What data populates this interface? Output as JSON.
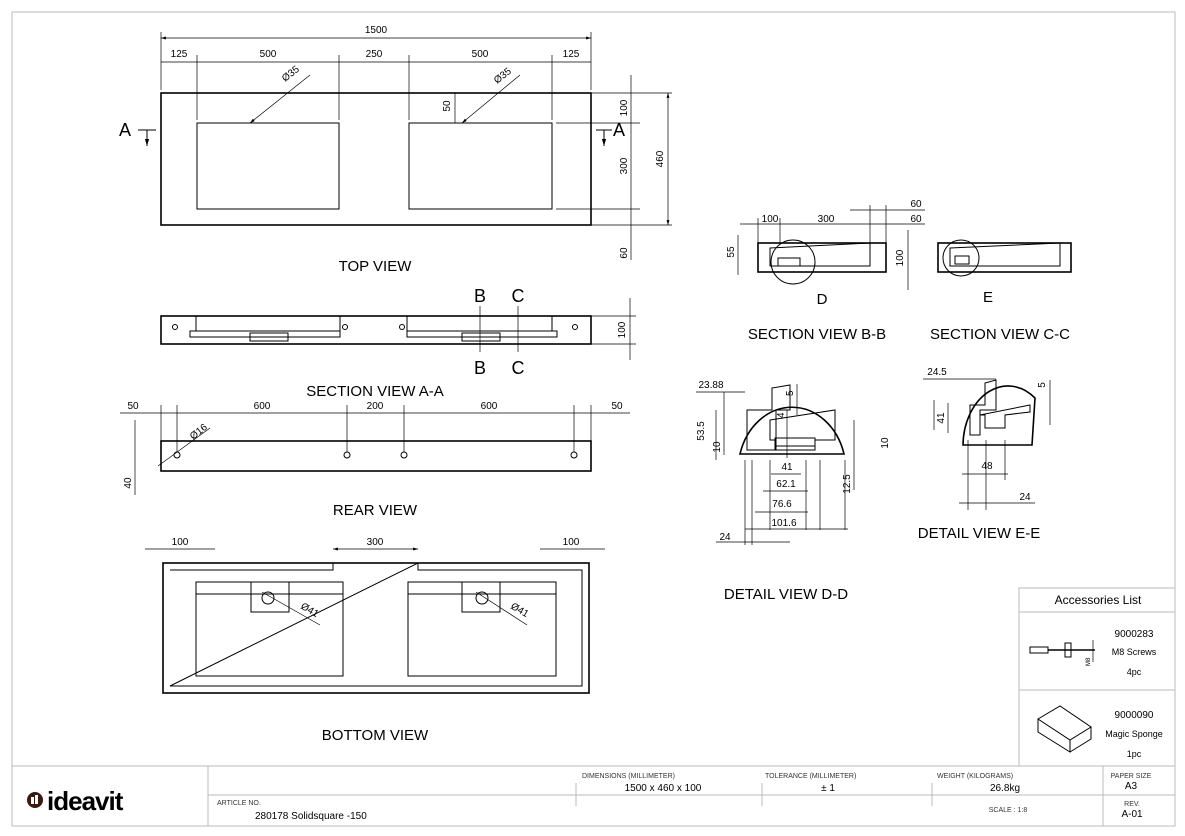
{
  "views": {
    "top": {
      "title": "TOP VIEW",
      "overall": "1500",
      "dims": [
        "125",
        "500",
        "250",
        "500",
        "125"
      ],
      "holes": [
        "Ø35",
        "Ø35"
      ],
      "hole_offset": "50",
      "right": [
        "100",
        "300",
        "60"
      ],
      "depth": "460",
      "section_marker": "A"
    },
    "section_aa": {
      "title": "SECTION VIEW A-A",
      "markers": [
        "B",
        "C"
      ],
      "height": "100"
    },
    "rear": {
      "title": "REAR VIEW",
      "dims": [
        "50",
        "600",
        "200",
        "600",
        "50"
      ],
      "hole": "Ø16",
      "height": "40"
    },
    "bottom": {
      "title": "BOTTOM VIEW",
      "dims": [
        "100",
        "300",
        "100"
      ],
      "holes": [
        "Ø41",
        "Ø41"
      ]
    },
    "section_bb": {
      "title": "SECTION VIEW B-B",
      "dims": [
        "100",
        "300",
        "60",
        "60",
        "55",
        "100"
      ],
      "detail": "D"
    },
    "section_cc": {
      "title": "SECTION VIEW C-C",
      "detail": "E"
    },
    "detail_dd": {
      "title": "DETAIL VIEW D-D",
      "dims": [
        "23.88",
        "5",
        "53.5",
        "10",
        "4",
        "41",
        "62.1",
        "76.6",
        "101.6",
        "24",
        "12.5",
        "10"
      ]
    },
    "detail_ee": {
      "title": "DETAIL VIEW E-E",
      "dims": [
        "24.5",
        "5",
        "41",
        "48",
        "24"
      ]
    }
  },
  "accessories": {
    "title": "Accessories List",
    "items": [
      {
        "code": "9000283",
        "name": "M8 Screws",
        "qty": "4pc",
        "icon": "screw-icon",
        "label": "M8"
      },
      {
        "code": "9000090",
        "name": "Magic Sponge",
        "qty": "1pc",
        "icon": "sponge-icon"
      }
    ]
  },
  "title_block": {
    "logo": "ideavit",
    "article_label": "ARTICLE NO.",
    "article": "280178 Solidsquare -150",
    "dimensions_label": "DIMENSIONS (MILLIMETER)",
    "dimensions": "1500 x 460 x 100",
    "tolerance_label": "TOLERANCE (MILLIMETER)",
    "tolerance": "± 1",
    "weight_label": "WEIGHT (KILOGRAMS)",
    "weight": "26.8kg",
    "scale": "SCALE : 1:8",
    "paper_label": "PAPER SIZE",
    "paper": "A3",
    "rev_label": "REV.",
    "rev": "A-01"
  }
}
